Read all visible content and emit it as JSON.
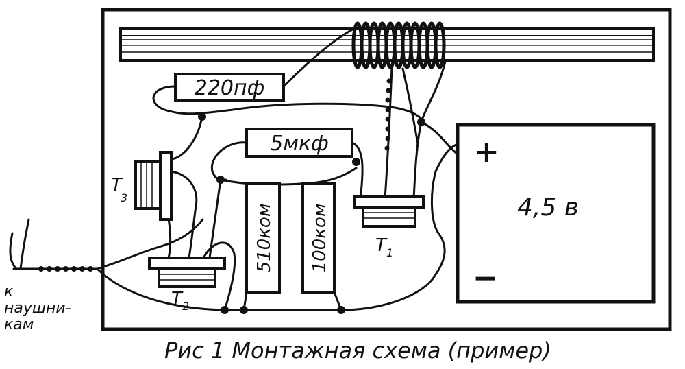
{
  "components": {
    "cap1": "220пф",
    "cap2": "5мкф",
    "res1": "510ком",
    "res2": "100ком",
    "t1": "T",
    "t1_sub": "1",
    "t2": "T",
    "t2_sub": "2",
    "t3": "T",
    "t3_sub": "3"
  },
  "battery": {
    "plus": "+",
    "minus": "−",
    "voltage": "4,5 в"
  },
  "headphones_label": [
    "к",
    "наушни-",
    "кам"
  ],
  "caption": "Рис 1  Монтажная схема (пример)"
}
